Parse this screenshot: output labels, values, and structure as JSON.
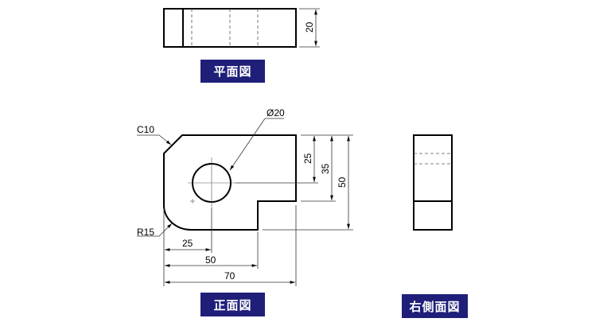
{
  "views": {
    "top_label": "平面図",
    "front_label": "正面図",
    "side_label": "右側面図"
  },
  "dimensions": {
    "top_thickness": "20",
    "hole_height": "25",
    "step_height": "35",
    "total_height": "50",
    "hole_x": "25",
    "step_x": "50",
    "total_width": "70",
    "hole_dia": "Ø20",
    "chamfer": "C10",
    "fillet": "R15"
  }
}
